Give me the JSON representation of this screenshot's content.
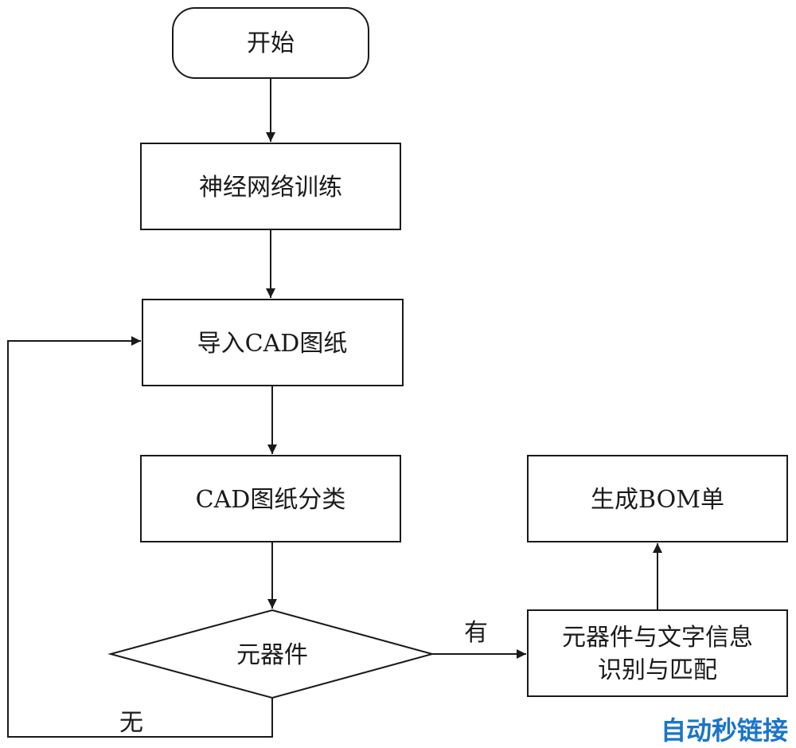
{
  "nodes": {
    "start": "开始",
    "train": "神经网络训练",
    "import": "导入CAD图纸",
    "classify": "CAD图纸分类",
    "decision": "元器件",
    "recognize_line1": "元器件与文字信息",
    "recognize_line2": "识别与匹配",
    "bom": "生成BOM单"
  },
  "edges": {
    "yes_label": "有",
    "no_label": "无"
  },
  "watermark": {
    "text": "自动秒链接",
    "color": "#1a75c9"
  }
}
